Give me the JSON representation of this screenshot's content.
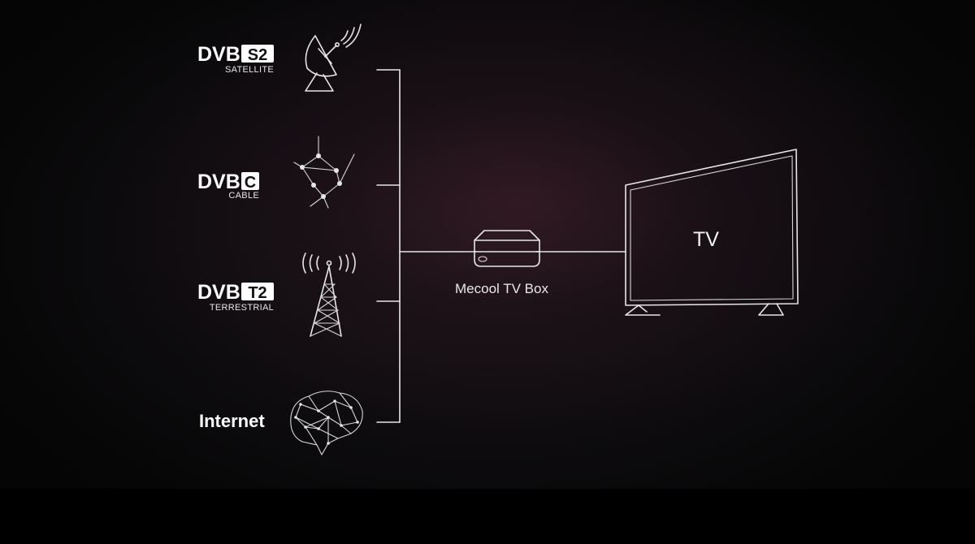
{
  "sources": [
    {
      "id": "dvb-s2",
      "logo": "DVB",
      "badge": "S2",
      "subtitle": "SATELLITE",
      "icon": "satellite-dish-icon"
    },
    {
      "id": "dvb-c",
      "logo": "DVB",
      "badge": "C",
      "subtitle": "CABLE",
      "icon": "cable-network-icon"
    },
    {
      "id": "dvb-t2",
      "logo": "DVB",
      "badge": "T2",
      "subtitle": "TERRESTRIAL",
      "icon": "antenna-tower-icon"
    },
    {
      "id": "internet",
      "label": "Internet",
      "icon": "brain-network-icon"
    }
  ],
  "device": {
    "label": "Mecool TV Box",
    "icon": "tv-box-icon"
  },
  "display": {
    "label": "TV",
    "icon": "television-icon"
  },
  "colors": {
    "line": "#e6e6e6",
    "text": "#ffffff",
    "background": "#0e0c0f"
  }
}
